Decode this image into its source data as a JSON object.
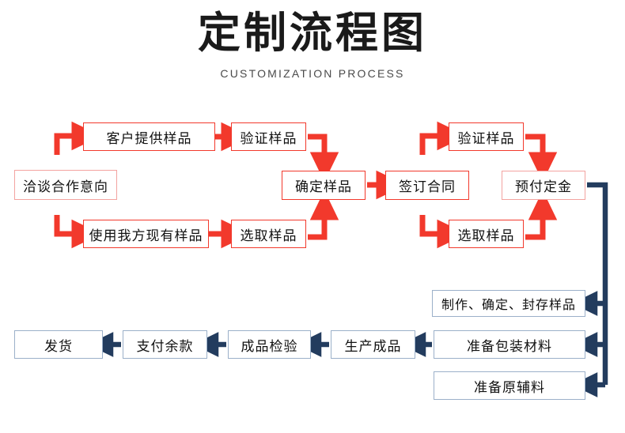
{
  "title": {
    "main": "定制流程图",
    "sub": "CUSTOMIZATION PROCESS"
  },
  "colors": {
    "red_arrow": "#f2392c",
    "red_border": "#f2392c",
    "pink_border": "#f3a3a0",
    "blue_border": "#9bb0c9",
    "navy_arrow": "#233c5e",
    "text": "#111111",
    "title": "#1a1a1a",
    "subtitle": "#4a4a4a",
    "background": "#ffffff"
  },
  "nodes": {
    "customer_provides_sample": "客户提供样品",
    "verify_sample_1": "验证样品",
    "negotiate_cooperation": "洽谈合作意向",
    "use_our_existing_sample": "使用我方现有样品",
    "select_sample_1": "选取样品",
    "confirm_sample": "确定样品",
    "sign_contract": "签订合同",
    "verify_sample_2": "验证样品",
    "select_sample_2": "选取样品",
    "prepay_deposit": "预付定金",
    "make_confirm_seal_sample": "制作、确定、封存样品",
    "prepare_packaging": "准备包装材料",
    "prepare_raw_materials": "准备原辅料",
    "produce_goods": "生产成品",
    "finished_inspection": "成品检验",
    "pay_balance": "支付余款",
    "ship_goods": "发货"
  },
  "flow": {
    "branch_upper_label": "客户提供样品 → 验证样品",
    "branch_lower_label": "使用我方现有样品 → 选取样品",
    "stages": [
      "洽谈合作意向",
      "确定样品",
      "签订合同",
      "预付定金",
      "制作、确定、封存样品",
      "准备包装材料",
      "准备原辅料",
      "生产成品",
      "成品检验",
      "支付余款",
      "发货"
    ]
  }
}
